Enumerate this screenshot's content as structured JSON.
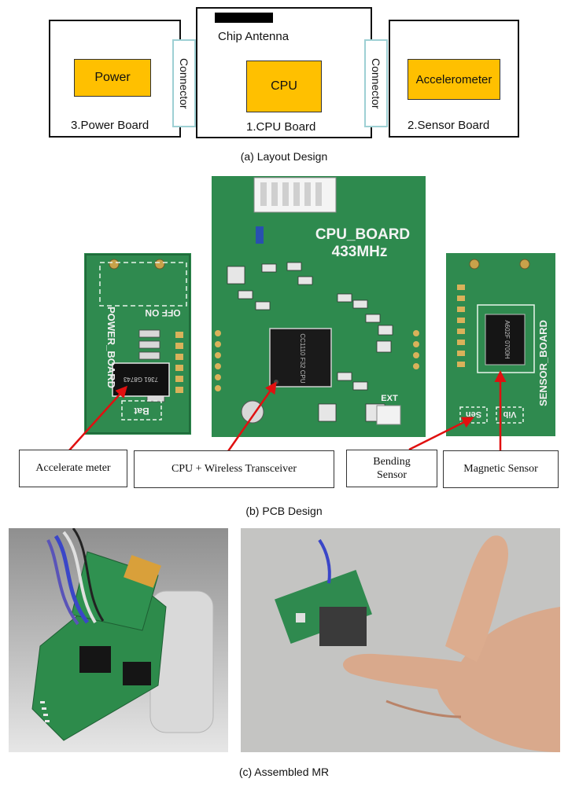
{
  "layout": {
    "chip_antenna_label": "Chip Antenna",
    "power_chip": "Power",
    "cpu_chip": "CPU",
    "accel_chip": "Accelerometer",
    "connector_label": "Connector",
    "power_board_label": "3.Power Board",
    "cpu_board_label": "1.CPU Board",
    "sensor_board_label": "2.Sensor Board",
    "caption": "(a) Layout Design"
  },
  "pcb": {
    "caption": "(b) PCB Design",
    "silkscreen": {
      "cpu_board": "CPU_BOARD",
      "freq": "433MHz",
      "power_board": "POWER_BOARD",
      "off_on": "OFF ON",
      "bat": "Bat",
      "sensor_board": "SENSOR_BOARD",
      "sen": "Sen",
      "vib": "Vib",
      "ext": "EXT"
    },
    "callouts": {
      "accel": "Accelerate meter",
      "cpu": "CPU + Wireless  Transceiver",
      "bending": "Bending Sensor",
      "magnetic": "Magnetic Sensor"
    },
    "colors": {
      "pcb_green": "#2f8a4f",
      "arrow": "#e01010"
    }
  },
  "assembled": {
    "caption": "(c) Assembled MR"
  }
}
